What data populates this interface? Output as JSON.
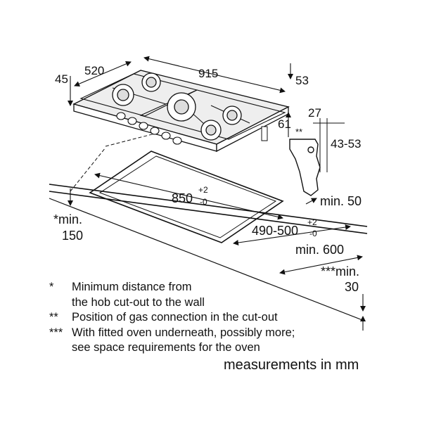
{
  "dimensions": {
    "depth_45": "45",
    "width_520": "520",
    "width_915": "915",
    "height_53": "53",
    "height_61": "61",
    "gas_27": "27",
    "gas_marker": "**",
    "gas_43_53": "43-53",
    "cutout_width": "850",
    "cutout_width_tol_plus": "+2",
    "cutout_width_tol_minus": "-0",
    "cutout_depth": "490-500",
    "cutout_depth_tol_plus": "+2",
    "cutout_depth_tol_minus": "-0",
    "min_50": "min. 50",
    "min_600": "min. 600",
    "wall_min_line1": "*min.",
    "wall_min_line2": "150",
    "oven_min_line1": "***min.",
    "oven_min_line2": "30"
  },
  "notes": [
    {
      "mark": "*",
      "lines": [
        "Minimum distance from",
        "the hob cut-out to the wall"
      ]
    },
    {
      "mark": "**",
      "lines": [
        "Position of gas connection in the cut-out"
      ]
    },
    {
      "mark": "***",
      "lines": [
        "With fitted oven underneath, possibly more;",
        "see space requirements for the oven"
      ]
    }
  ],
  "units_label": "measurements in mm",
  "colors": {
    "line": "#111111",
    "background": "#ffffff",
    "hob_surface": "#eeeeee"
  }
}
